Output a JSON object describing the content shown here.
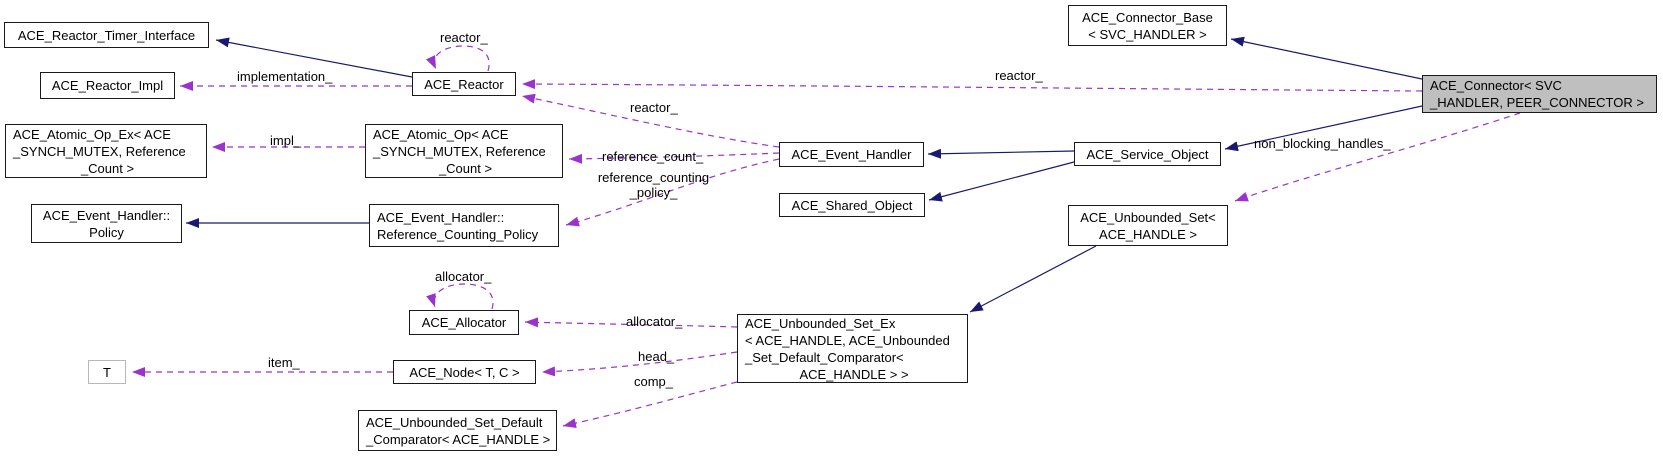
{
  "diagram": {
    "title": "ACE_Connector collaboration diagram",
    "nodes": {
      "reactor_timer_interface": {
        "lines": [
          "ACE_Reactor_Timer_Interface"
        ]
      },
      "reactor_impl": {
        "lines": [
          "ACE_Reactor_Impl"
        ]
      },
      "atomic_op_ex": {
        "lines": [
          "ACE_Atomic_Op_Ex< ACE",
          "_SYNCH_MUTEX, Reference",
          "_Count >"
        ]
      },
      "event_handler_policy": {
        "lines": [
          "ACE_Event_Handler::",
          "Policy"
        ]
      },
      "reactor": {
        "lines": [
          "ACE_Reactor"
        ]
      },
      "atomic_op": {
        "lines": [
          "ACE_Atomic_Op< ACE",
          "_SYNCH_MUTEX, Reference",
          "_Count >"
        ]
      },
      "ref_counting_policy": {
        "lines": [
          "ACE_Event_Handler::",
          "Reference_Counting_Policy"
        ]
      },
      "event_handler": {
        "lines": [
          "ACE_Event_Handler"
        ]
      },
      "shared_object": {
        "lines": [
          "ACE_Shared_Object"
        ]
      },
      "service_object": {
        "lines": [
          "ACE_Service_Object"
        ]
      },
      "connector_base": {
        "lines": [
          "ACE_Connector_Base",
          "< SVC_HANDLER >"
        ]
      },
      "connector": {
        "lines": [
          "ACE_Connector< SVC",
          "_HANDLER, PEER_CONNECTOR >"
        ]
      },
      "unbounded_set": {
        "lines": [
          "ACE_Unbounded_Set<",
          "ACE_HANDLE >"
        ]
      },
      "allocator": {
        "lines": [
          "ACE_Allocator"
        ]
      },
      "t_param": {
        "lines": [
          "T"
        ]
      },
      "node_t_c": {
        "lines": [
          "ACE_Node< T, C >"
        ]
      },
      "unbounded_set_ex": {
        "lines": [
          "ACE_Unbounded_Set_Ex",
          "< ACE_HANDLE, ACE_Unbounded",
          "_Set_Default_Comparator<",
          "ACE_HANDLE > >"
        ]
      },
      "comparator": {
        "lines": [
          "ACE_Unbounded_Set_Default",
          "_Comparator< ACE_HANDLE >"
        ]
      }
    },
    "edge_labels": {
      "reactor_self": "reactor_",
      "implementation": "implementation_",
      "impl": "impl_",
      "reactor_from_event_handler": "reactor_",
      "reference_count": "reference_count_",
      "reference_counting_policy_l1": "reference_counting",
      "reference_counting_policy_l2": "_policy_",
      "reactor_from_connector": "reactor_",
      "non_blocking_handles": "non_blocking_handles_",
      "allocator_self": "allocator_",
      "allocator": "allocator_",
      "head": "head_",
      "comp": "comp_",
      "item": "item_"
    },
    "colors": {
      "inheritance_edge": "#191970",
      "usage_edge": "#9a32cd",
      "selected_node_fill": "#bfbfbf",
      "node_border": "#1a1a1a",
      "background": "#ffffff"
    }
  }
}
